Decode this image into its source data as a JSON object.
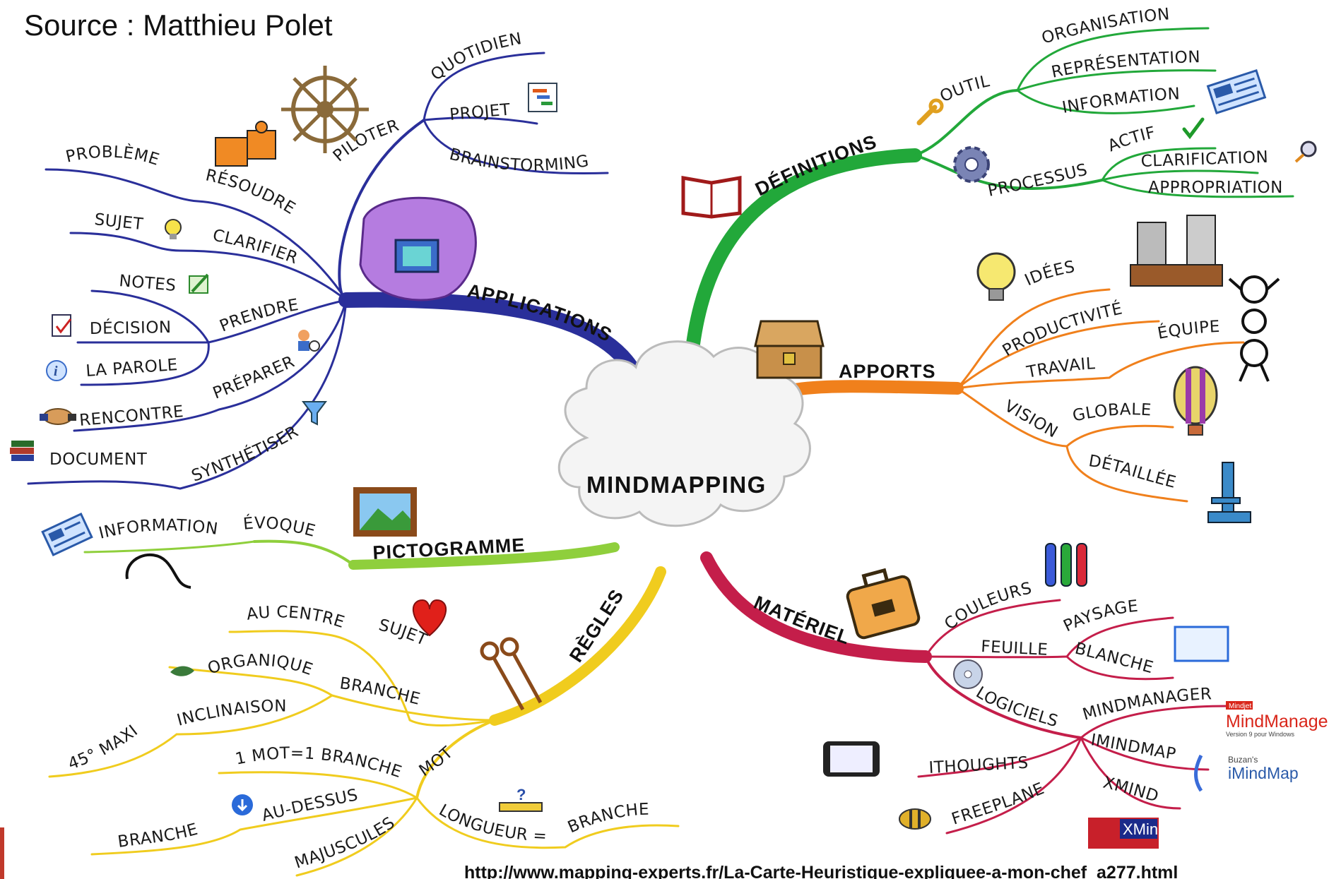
{
  "header": {
    "source": "Source : Matthieu Polet"
  },
  "footer": {
    "url": "http://www.mapping-experts.fr/La-Carte-Heuristique-expliquee-a-mon-chef_a277.html"
  },
  "center": {
    "label": "MINDMAPPING"
  },
  "colors": {
    "applications": "#2a2f9a",
    "definitions": "#22a83a",
    "apports": "#f0801c",
    "materiel": "#c41e4a",
    "regles": "#f0cc1e",
    "pictogramme": "#8fcf3c"
  },
  "applications": {
    "label": "APPLICATIONS",
    "piloter": "PILOTER",
    "quotidien": "QUOTIDIEN",
    "projet": "PROJET",
    "brainstorming": "BRAINSTORMING",
    "resoudre": "RÉSOUDRE",
    "probleme": "PROBLÈME",
    "clarifier": "CLARIFIER",
    "sujet": "SUJET",
    "prendre": "PRENDRE",
    "notes": "NOTES",
    "decision": "DÉCISION",
    "laparole": "LA PAROLE",
    "preparer": "PRÉPARER",
    "rencontre": "RENCONTRE",
    "synthetiser": "SYNTHÉTISER",
    "document": "DOCUMENT"
  },
  "definitions": {
    "label": "DÉFINITIONS",
    "outil": "OUTIL",
    "organisation": "ORGANISATION",
    "representation": "REPRÉSENTATION",
    "information": "INFORMATION",
    "processus": "PROCESSUS",
    "actif": "ACTIF",
    "clarification": "CLARIFICATION",
    "appropriation": "APPROPRIATION"
  },
  "apports": {
    "label": "APPORTS",
    "idees": "IDÉES",
    "productivite": "PRODUCTIVITÉ",
    "travail": "TRAVAIL",
    "equipe": "ÉQUIPE",
    "vision": "VISION",
    "globale": "GLOBALE",
    "detaillee": "DÉTAILLÉE"
  },
  "materiel": {
    "label": "MATÉRIEL",
    "couleurs": "COULEURS",
    "feuille": "FEUILLE",
    "paysage": "PAYSAGE",
    "blanche": "BLANCHE",
    "logiciels": "LOGICIELS",
    "mindmanager": "MINDMANAGER",
    "imindmap": "IMINDMAP",
    "xmind": "XMIND",
    "ithoughts": "ITHOUGHTS",
    "freeplane": "FREEPLANE"
  },
  "pictogramme": {
    "label": "PICTOGRAMME",
    "evoque": "ÉVOQUE",
    "information": "INFORMATION"
  },
  "regles": {
    "label": "RÈGLES",
    "sujet": "SUJET",
    "aucentre": "AU CENTRE",
    "branche": "BRANCHE",
    "organique": "ORGANIQUE",
    "inclinaison": "INCLINAISON",
    "maxi": "45° MAXI",
    "mot": "MOT",
    "unmot": "1 MOT=1 BRANCHE",
    "audessus": "AU-DESSUS",
    "branche2": "BRANCHE",
    "majuscules": "MAJUSCULES",
    "longueur": "LONGUEUR =",
    "branche3": "BRANCHE"
  },
  "logos": {
    "mindmanager": "MindManager",
    "mindmanager_sub": "Version 9 pour Windows",
    "imindmap_small": "Buzan's",
    "imindmap": "iMindMap",
    "xmind": "XMind",
    "mm_tag": "Mindjet"
  },
  "icons": [
    "wheel-icon",
    "puzzle-icon",
    "lightbulb-icon",
    "pencil-icon",
    "checklist-icon",
    "info-icon",
    "handshake-icon",
    "books-icon",
    "person-search-icon",
    "funnel-icon",
    "gantt-icon",
    "folder-drawing-icon",
    "book-icon",
    "wrench-icon",
    "gear-icon",
    "newspaper-icon",
    "checkmark-icon",
    "magnifier-icon",
    "treasure-chest-icon",
    "podium-icon",
    "robot-icon",
    "balloon-icon",
    "microscope-icon",
    "briefcase-icon",
    "markers-icon",
    "blank-sheet-icon",
    "cd-icon",
    "phone-icon",
    "bee-icon",
    "landscape-picture-icon",
    "elephant-icon",
    "heart-icon",
    "keys-icon",
    "download-icon",
    "ruler-icon"
  ]
}
